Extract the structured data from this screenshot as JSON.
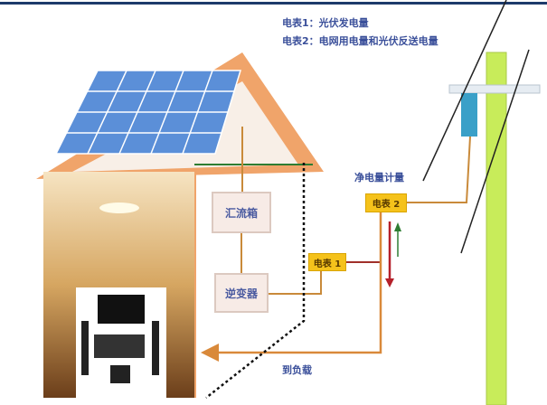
{
  "legend": {
    "line1": "电表1：光伏发电量",
    "line2": "电表2：电网用电量和光伏反送电量"
  },
  "boxes": {
    "combiner": "汇流箱",
    "inverter": "逆变器"
  },
  "meters": {
    "meter1": "电表 1",
    "meter2": "电表 2"
  },
  "labels": {
    "net_metering": "净电量计量",
    "to_load": "到负载"
  },
  "colors": {
    "roof": "#f0a46a",
    "panel": "#5b8fd8",
    "wire": "#c98a3a",
    "pole": "#c8ec5a",
    "meter": "#f5c21b"
  }
}
